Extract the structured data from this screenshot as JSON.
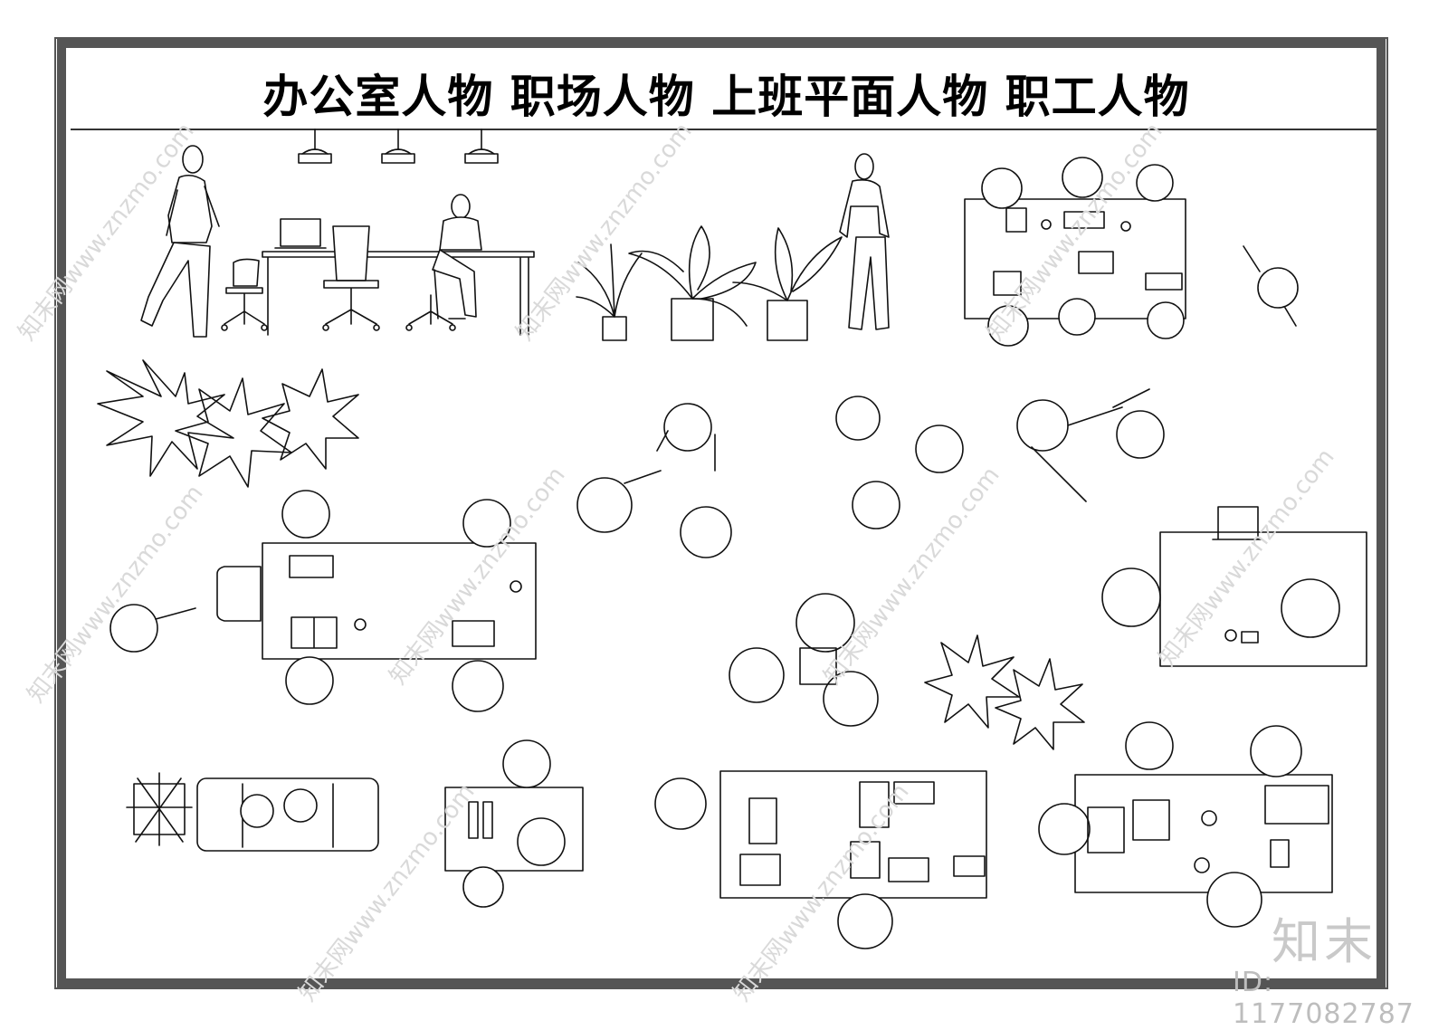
{
  "title": "办公室人物  职场人物  上班平面人物  职工人物",
  "brand": "知末",
  "id_label": "ID: 1177082787",
  "watermark": "知末网www.znzmo.com",
  "colors": {
    "frame": "#555555",
    "line": "#111111",
    "watermark": "#d9d9d9"
  }
}
